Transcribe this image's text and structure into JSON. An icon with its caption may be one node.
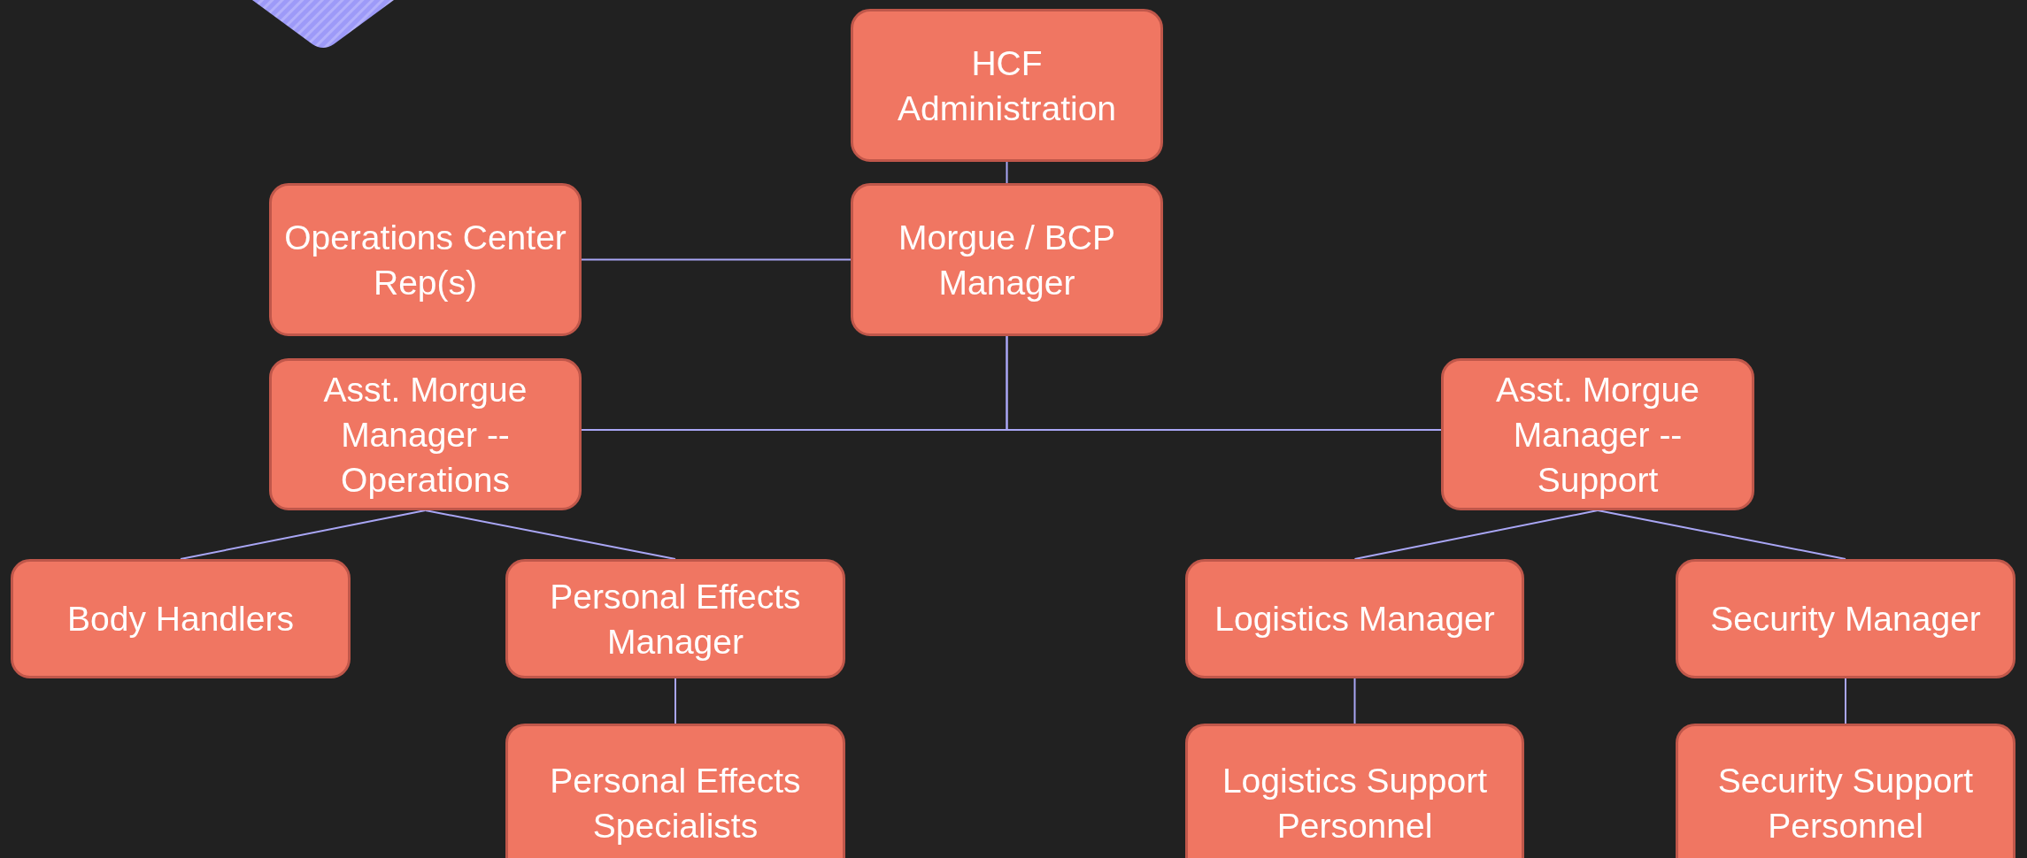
{
  "diagram": {
    "nodes": [
      {
        "text": [
          "HCF Administration"
        ]
      },
      {
        "text": [
          "Operations Center Rep(s)"
        ]
      },
      {
        "text": [
          "Morgue / BCP Manager"
        ]
      },
      {
        "text": [
          "Asst. Morgue Manager -- Operations"
        ]
      },
      {
        "text": [
          "Asst. Morgue Manager -- Support"
        ]
      },
      {
        "text": [
          "Body Handlers"
        ]
      },
      {
        "text": [
          "Personal Effects Manager"
        ]
      },
      {
        "text": [
          "Logistics Manager"
        ]
      },
      {
        "text": [
          "Security Manager"
        ]
      },
      {
        "text": [
          "Personal Effects Specialists"
        ]
      },
      {
        "text": [
          "Logistics Support Personnel"
        ]
      },
      {
        "text": [
          "Security Support Personnel"
        ]
      }
    ],
    "edges": [
      {
        "from": 0,
        "to": 2,
        "arrow": "none"
      },
      {
        "from": 1,
        "to": 2,
        "arrow": "none"
      },
      {
        "from": 2,
        "to": 3,
        "arrow": "none"
      },
      {
        "from": 2,
        "to": 4,
        "arrow": "none"
      },
      {
        "from": 3,
        "to": 5,
        "arrow": "none"
      },
      {
        "from": 3,
        "to": 6,
        "arrow": "none"
      },
      {
        "from": 4,
        "to": 7,
        "arrow": "none"
      },
      {
        "from": 4,
        "to": 8,
        "arrow": "none"
      },
      {
        "from": 6,
        "to": 9,
        "arrow": "none"
      },
      {
        "from": 7,
        "to": 10,
        "arrow": "none"
      },
      {
        "from": 8,
        "to": 11,
        "arrow": "none"
      }
    ]
  }
}
